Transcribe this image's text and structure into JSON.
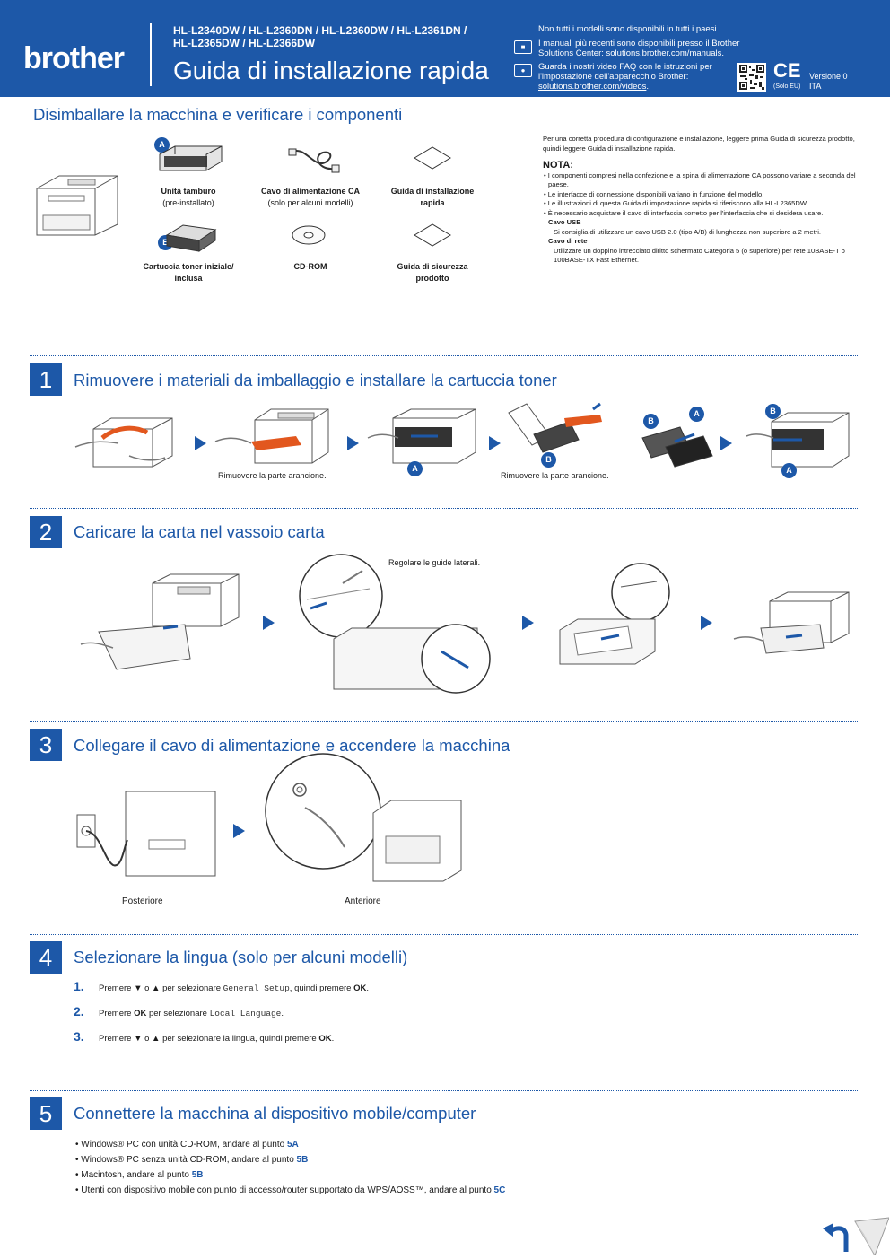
{
  "header": {
    "logo": "brother",
    "models_line1": "HL-L2340DW / HL-L2360DN / HL-L2360DW / HL-L2361DN /",
    "models_line2": "HL-L2365DW / HL-L2366DW",
    "title": "Guida di installazione rapida",
    "notice": "Non tutti i modelli sono disponibili in tutti i paesi.",
    "manuals_line1": "I manuali più recenti sono disponibili presso il Brother",
    "manuals_line2_prefix": "Solutions Center: ",
    "manuals_link": "solutions.brother.com/manuals",
    "manuals_suffix": ".",
    "video_line1": "Guarda i nostri video FAQ con le istruzioni per",
    "video_line2": "l'impostazione dell'apparecchio Brother:",
    "video_link": "solutions.brother.com/videos",
    "video_suffix": ".",
    "ce_mark": "CE",
    "ce_sub": "(Solo EU)",
    "version_line1": "Versione 0",
    "version_line2": "ITA"
  },
  "unpack": {
    "title": "Disimballare la macchina e verificare i componenti",
    "badge_a": "A",
    "badge_b": "B",
    "drum_bold": "Unità tamburo",
    "drum_sub": "(pre-installato)",
    "cable_bold": "Cavo di alimentazione CA",
    "cable_sub": "(solo per alcuni modelli)",
    "qsg_bold1": "Guida di installazione",
    "qsg_bold2": "rapida",
    "toner_bold1": "Cartuccia toner iniziale/",
    "toner_bold2": "inclusa",
    "cdrom_bold": "CD-ROM",
    "safety_bold1": "Guida di sicurezza",
    "safety_bold2": "prodotto"
  },
  "right_text": {
    "intro": "Per una corretta procedura di configurazione e installazione, leggere prima Guida di sicurezza prodotto, quindi leggere Guida di installazione rapida.",
    "nota": "NOTA:",
    "bullets": [
      "• I componenti compresi nella confezione e la spina di alimentazione CA possono variare a seconda del paese.",
      "• Le interfacce di connessione disponibili variano in funzione del modello.",
      "• Le illustrazioni di questa Guida di impostazione rapida si riferiscono alla HL-L2365DW.",
      "• È necessario acquistare il cavo di interfaccia corretto per l'interfaccia che si desidera usare."
    ],
    "usb_title": "Cavo USB",
    "usb_text": "Si consiglia di utilizzare un cavo USB 2.0 (tipo A/B) di lunghezza non superiore a 2 metri.",
    "net_title": "Cavo di rete",
    "net_text": "Utilizzare un doppino intrecciato diritto schermato Categoria 5 (o superiore) per rete 10BASE-T o 100BASE-TX Fast Ethernet."
  },
  "steps": {
    "s1": {
      "num": "1",
      "title": "Rimuovere i materiali da imballaggio e installare la cartuccia toner",
      "cap1": "Rimuovere la parte arancione.",
      "cap2": "Rimuovere la parte arancione."
    },
    "s2": {
      "num": "2",
      "title": "Caricare la carta nel vassoio carta",
      "cap": "Regolare le guide laterali."
    },
    "s3": {
      "num": "3",
      "title": "Collegare il cavo di alimentazione e accendere la macchina",
      "rear": "Posteriore",
      "front": "Anteriore"
    },
    "s4": {
      "num": "4",
      "title": "Selezionare la lingua (solo per alcuni modelli)",
      "items": [
        {
          "n": "1.",
          "a": "Premere ▼ o ▲ per selezionare ",
          "code": "General Setup",
          "b": ", quindi premere ",
          "ok": "OK",
          "c": "."
        },
        {
          "n": "2.",
          "a": "Premere ",
          "ok": "OK",
          "b": " per selezionare ",
          "code": "Local Language",
          "c": "."
        },
        {
          "n": "3.",
          "a": "Premere ▼ o ▲ per selezionare la lingua, quindi premere ",
          "ok": "OK",
          "c": "."
        }
      ]
    },
    "s5": {
      "num": "5",
      "title": "Connettere la macchina al dispositivo mobile/computer",
      "bullets": [
        {
          "text": "• Windows® PC con unità CD-ROM, andare al punto ",
          "link": "5A"
        },
        {
          "text": "• Windows® PC senza unità CD-ROM, andare al punto ",
          "link": "5B"
        },
        {
          "text": "• Macintosh, andare al punto ",
          "link": "5B"
        },
        {
          "text": "• Utenti con dispositivo mobile con punto di accesso/router supportato da WPS/AOSS™, andare al punto ",
          "link": "5C"
        }
      ]
    }
  },
  "colors": {
    "brand_blue": "#1d58a8",
    "orange": "#e2571e"
  }
}
